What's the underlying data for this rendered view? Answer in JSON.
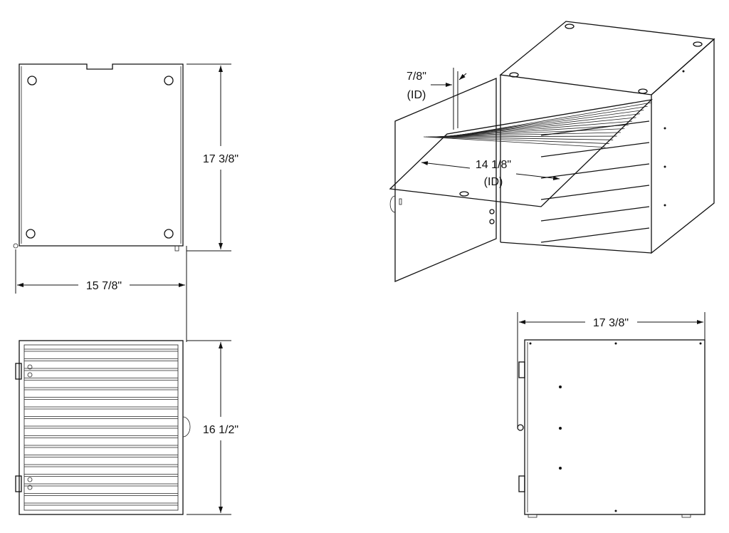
{
  "drawing": {
    "top_view": {
      "depth_label": "17 3/8\""
    },
    "width_dimension": {
      "label": "15 7/8\""
    },
    "front_view": {
      "height_label": "16 1/2\""
    },
    "side_view": {
      "depth_label": "17 3/8\""
    },
    "isometric_view": {
      "slot_label": "7/8\"",
      "slot_label_note": "(ID)",
      "inner_width_label": "14 1/8\"",
      "inner_width_note": "(ID)"
    }
  },
  "colors": {
    "line": "#111111",
    "background": "#ffffff"
  }
}
